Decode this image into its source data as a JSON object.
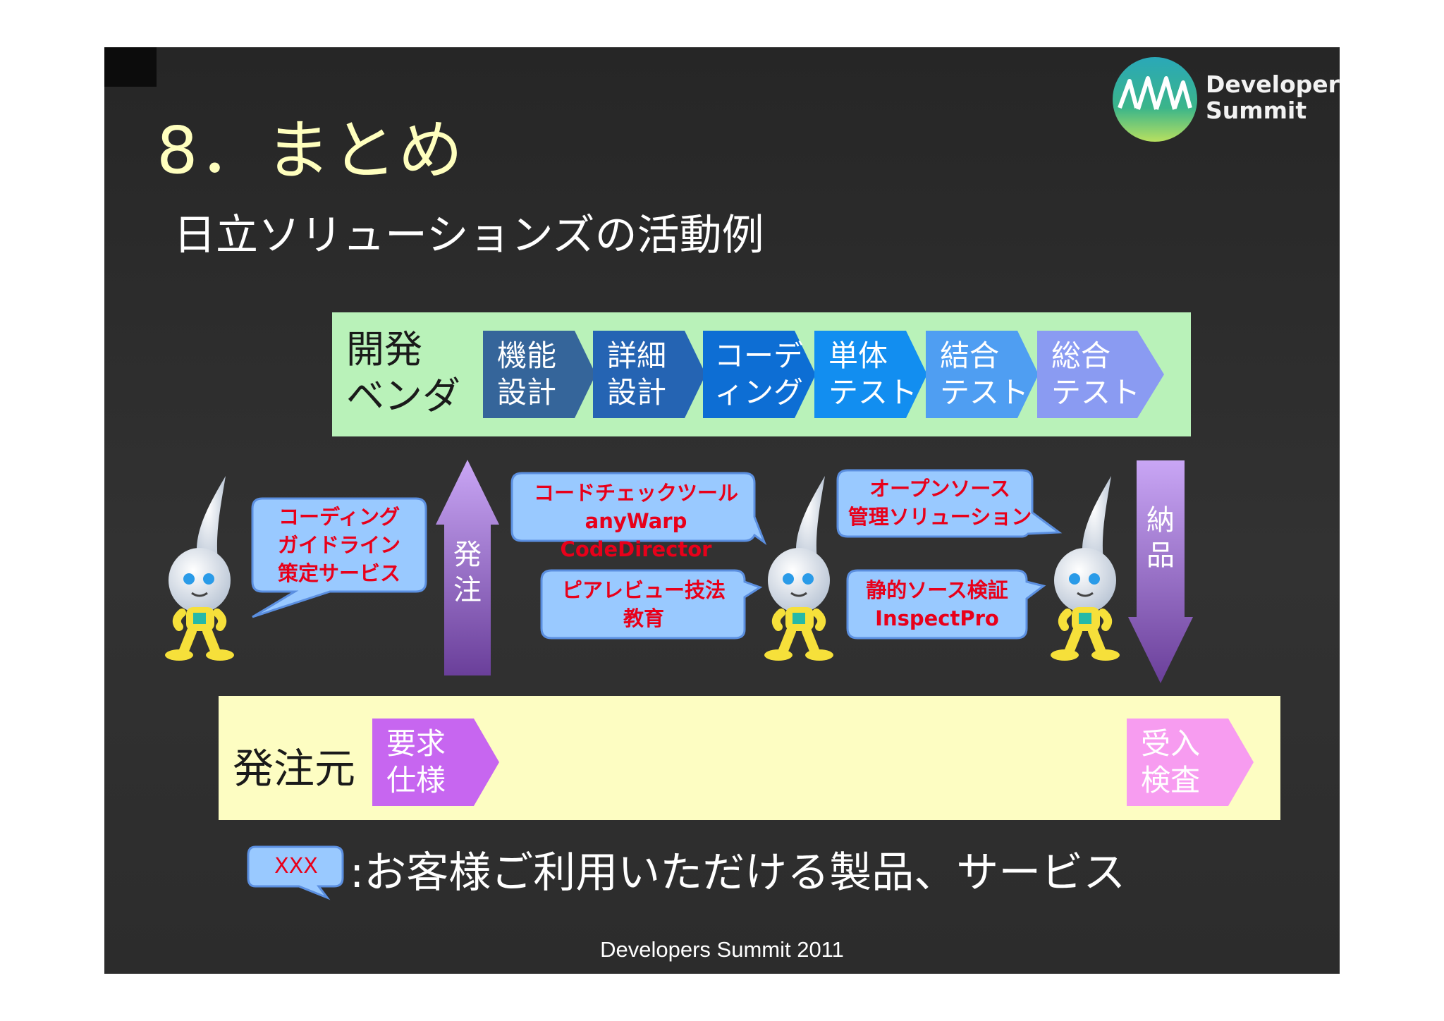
{
  "slide": {
    "title": "8．まとめ",
    "subtitle": "日立ソリューションズの活動例",
    "logo": {
      "text_line1": "Developers",
      "text_line2": "Summit"
    },
    "vendor": {
      "label": "開発\nベンダ",
      "steps": [
        {
          "label": "機能\n設計",
          "color": "#35659a"
        },
        {
          "label": "詳細\n設計",
          "color": "#2564b3"
        },
        {
          "label": "コーデ\nィング",
          "color": "#0d6ed4"
        },
        {
          "label": "単体\nテスト",
          "color": "#128ef0"
        },
        {
          "label": "結合\nテスト",
          "color": "#4f9ef2"
        },
        {
          "label": "総合\nテスト",
          "color": "#8a9bf2"
        }
      ]
    },
    "order_arrow": "発\n注",
    "delivery_arrow": "納\n品",
    "bubbles": {
      "coding_guideline": "コーディング\nガイドライン\n策定サービス",
      "code_check": "コードチェックツール\nanyWarp CodeDirector",
      "peer_review": "ピアレビュー技法\n教育",
      "oss_management": "オープンソース\n管理ソリューション",
      "static_analysis": "静的ソース検証\nInspectPro"
    },
    "client": {
      "label": "発注元",
      "requirements": "要求\n仕様",
      "acceptance": "受入\n検査",
      "requirements_color": "#c766f0",
      "acceptance_color": "#f79cf0"
    },
    "legend": {
      "sample": "XXX",
      "text": ":お客様ご利用いただける製品、サービス"
    },
    "footer": "Developers Summit 2011"
  }
}
